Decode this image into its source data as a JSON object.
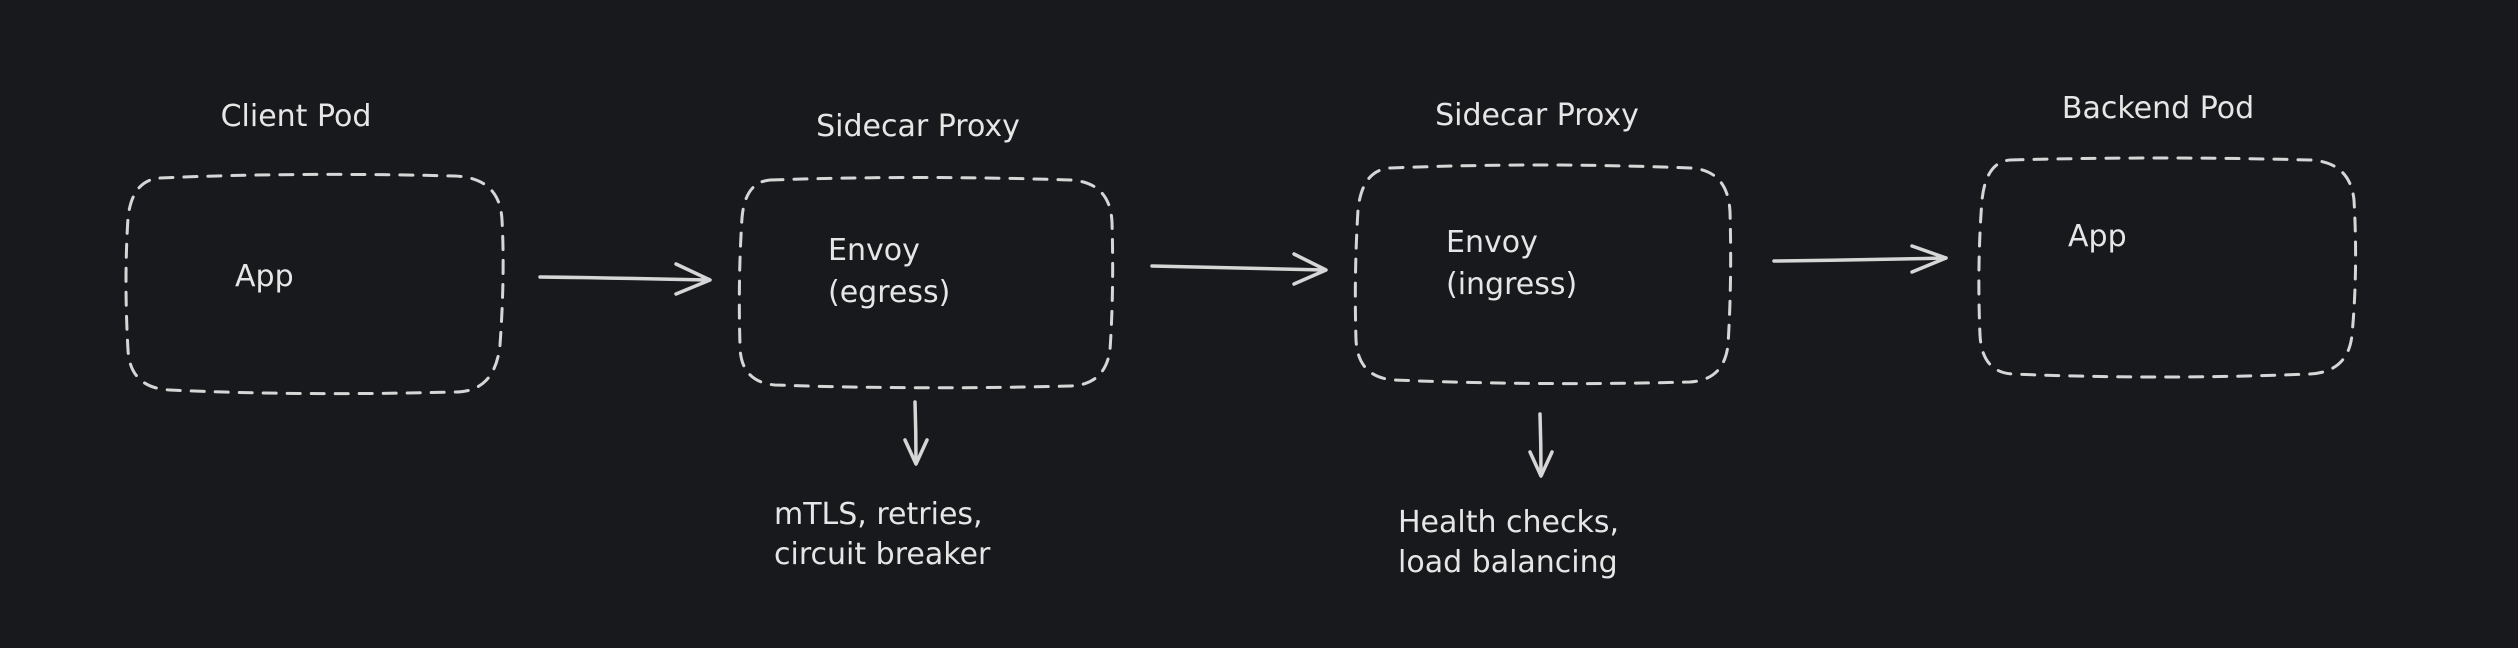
{
  "diagram": {
    "nodes": [
      {
        "id": "client",
        "title": "Client Pod",
        "lines": [
          "App"
        ]
      },
      {
        "id": "proxy_egress",
        "title": "Sidecar Proxy",
        "lines": [
          "Envoy",
          "(egress)"
        ]
      },
      {
        "id": "proxy_ingress",
        "title": "Sidecar Proxy",
        "lines": [
          "Envoy",
          "(ingress)"
        ]
      },
      {
        "id": "backend",
        "title": "Backend Pod",
        "lines": [
          "App"
        ]
      }
    ],
    "edges": [
      {
        "from": "client",
        "to": "proxy_egress"
      },
      {
        "from": "proxy_egress",
        "to": "proxy_ingress"
      },
      {
        "from": "proxy_ingress",
        "to": "backend"
      }
    ],
    "notes": [
      {
        "attached_to": "proxy_egress",
        "lines": [
          "mTLS, retries,",
          "circuit breaker"
        ]
      },
      {
        "attached_to": "proxy_ingress",
        "lines": [
          "Health checks,",
          "load balancing"
        ]
      }
    ]
  }
}
